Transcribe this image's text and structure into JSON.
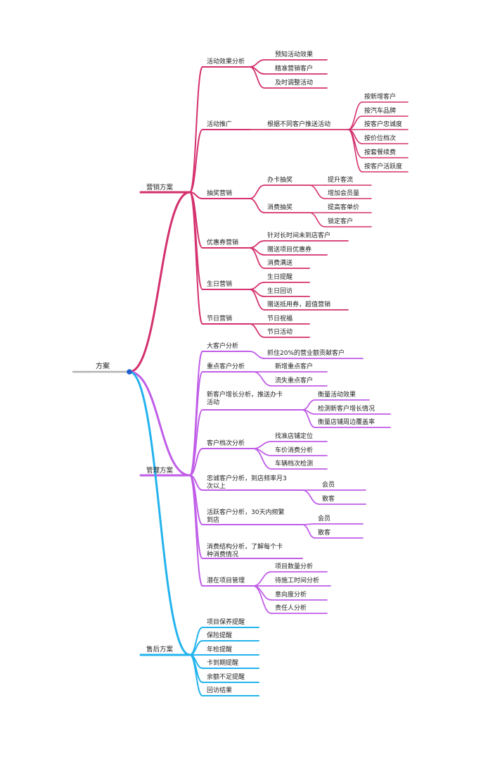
{
  "colors": {
    "root_line": "#b3b3b3",
    "root_dot": "#1f5fd1",
    "marketing": "#d4306d",
    "management": "#c05de8",
    "aftersales": "#23b3ee"
  },
  "mindmap": {
    "root": "方案",
    "branches": [
      {
        "label": "营销方案",
        "color_key": "marketing",
        "children": [
          {
            "label": "活动效果分析",
            "children": [
              {
                "label": "预知活动效果"
              },
              {
                "label": "精准营销客户"
              },
              {
                "label": "及时调整活动"
              }
            ]
          },
          {
            "label": "活动推广",
            "children": [
              {
                "label": "根据不同客户推送活动",
                "children": [
                  {
                    "label": "按新增客户"
                  },
                  {
                    "label": "按汽车品牌"
                  },
                  {
                    "label": "按客户忠诚度"
                  },
                  {
                    "label": "按价位档次"
                  },
                  {
                    "label": "按套餐续费"
                  },
                  {
                    "label": "按客户活跃度"
                  }
                ]
              }
            ]
          },
          {
            "label": "抽奖营销",
            "children": [
              {
                "label": "办卡抽奖",
                "children": [
                  {
                    "label": "提升客流"
                  },
                  {
                    "label": "增加会员量"
                  }
                ]
              },
              {
                "label": "消费抽奖",
                "children": [
                  {
                    "label": "提高客单价"
                  },
                  {
                    "label": "锁定客户"
                  }
                ]
              }
            ]
          },
          {
            "label": "优惠券营销",
            "children": [
              {
                "label": "针对长时间未到店客户"
              },
              {
                "label": "赠送项目优惠券"
              },
              {
                "label": "消费满送"
              }
            ]
          },
          {
            "label": "生日营销",
            "children": [
              {
                "label": "生日提醒"
              },
              {
                "label": "生日回访"
              },
              {
                "label": "赠送抵用券，超值营销"
              }
            ]
          },
          {
            "label": "节日营销",
            "children": [
              {
                "label": "节日祝福"
              },
              {
                "label": "节日活动"
              }
            ]
          }
        ]
      },
      {
        "label": "管理方案",
        "color_key": "management",
        "children": [
          {
            "label": "大客户分析",
            "children": [
              {
                "label": "抓住20%的营业额贡献客户"
              }
            ]
          },
          {
            "label": "重点客户分析",
            "children": [
              {
                "label": "新增重点客户"
              },
              {
                "label": "流失重点客户"
              }
            ]
          },
          {
            "label": "新客户增长分析，推送办卡\n活动",
            "children": [
              {
                "label": "衡量活动效果"
              },
              {
                "label": "检测新客户增长情况"
              },
              {
                "label": "衡量店铺周边覆盖率"
              }
            ]
          },
          {
            "label": "客户档次分析",
            "children": [
              {
                "label": "找准店铺定位"
              },
              {
                "label": "车价消费分析"
              },
              {
                "label": "车辆档次检测"
              }
            ]
          },
          {
            "label": "忠诚客户分析，到店频率月3\n次以上",
            "children": [
              {
                "label": "会员"
              },
              {
                "label": "散客"
              }
            ]
          },
          {
            "label": "活跃客户分析，30天内频繁\n到店",
            "children": [
              {
                "label": "会员"
              },
              {
                "label": "散客"
              }
            ]
          },
          {
            "label": "消费结构分析，了解每个卡\n种消费情况"
          },
          {
            "label": "潜在项目管理",
            "children": [
              {
                "label": "项目数量分析"
              },
              {
                "label": "待施工时间分析"
              },
              {
                "label": "意向度分析"
              },
              {
                "label": "责任人分析"
              }
            ]
          }
        ]
      },
      {
        "label": "售后方案",
        "color_key": "aftersales",
        "children": [
          {
            "label": "项目保养提醒"
          },
          {
            "label": "保险提醒"
          },
          {
            "label": "年检提醒"
          },
          {
            "label": "卡到期提醒"
          },
          {
            "label": "余额不足提醒"
          },
          {
            "label": "回访结果"
          }
        ]
      }
    ]
  }
}
